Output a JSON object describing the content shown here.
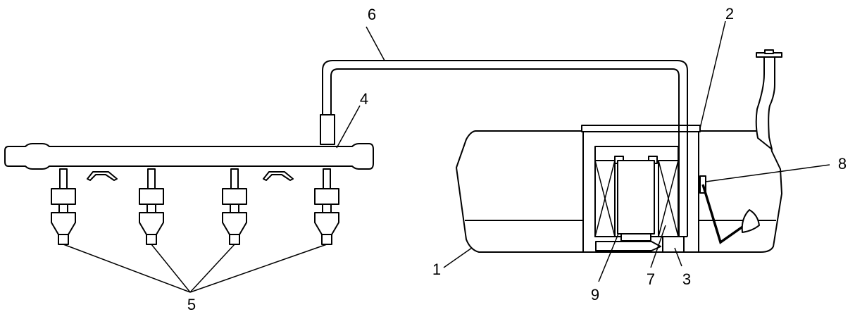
{
  "callouts": {
    "tank": "1",
    "sender_flange": "2",
    "pressure_regulator": "3",
    "fuel_rail": "4",
    "injectors": "5",
    "fuel_line": "6",
    "fuel_pump": "7",
    "fuel_level_sensor": "8",
    "strainer": "9"
  }
}
